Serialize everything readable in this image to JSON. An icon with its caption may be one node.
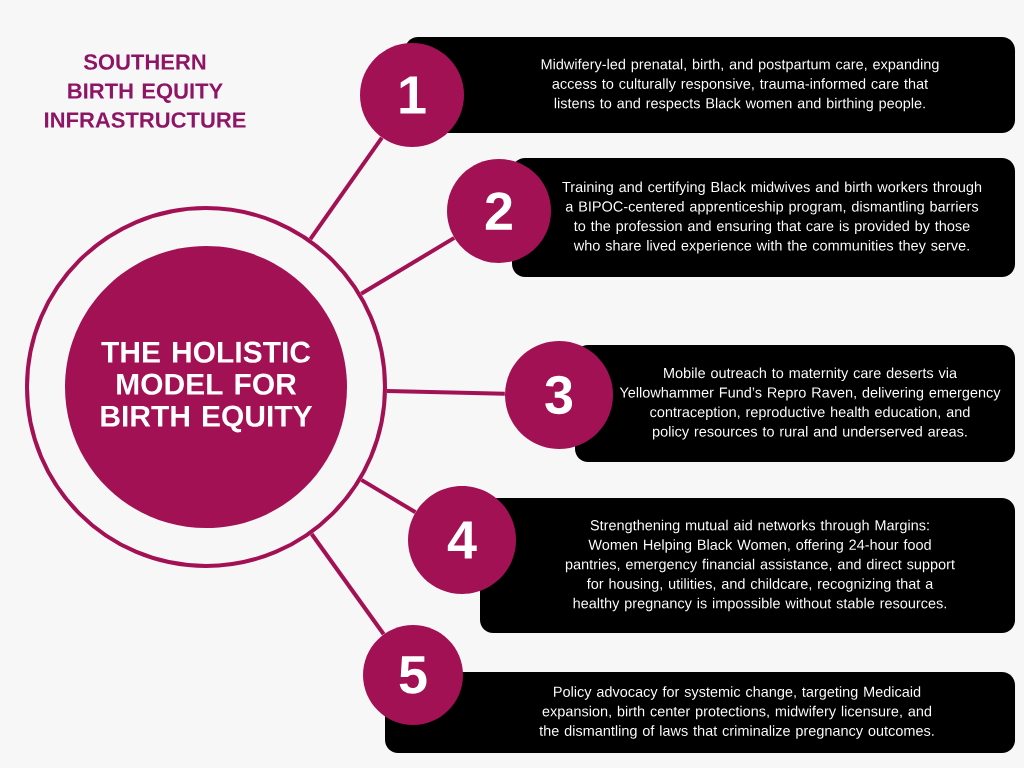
{
  "diagram": {
    "title": "SOUTHERN BIRTH EQUITY INFRASTRUCTURE",
    "nodes": [
      {
        "text": [
          "THE HOLISTIC MODEL FOR BIRTH EQUITY"
        ]
      },
      {
        "text": [
          "1"
        ]
      },
      {
        "text": [
          "Midwifery-led prenatal, birth, and postpartum care, expanding access to culturally responsive, trauma-informed care that listens to and respects Black women and birthing people."
        ]
      },
      {
        "text": [
          "2"
        ]
      },
      {
        "text": [
          "Training and certifying Black midwives and birth workers through a BIPOC-centered apprenticeship program, dismantling barriers to the profession and ensuring that care is provided by those who share lived experience with the communities they serve."
        ]
      },
      {
        "text": [
          "3"
        ]
      },
      {
        "text": [
          "Mobile outreach to maternity care deserts via Yellowhammer Fund’s Repro Raven, delivering emergency contraception, reproductive health education, and policy resources to rural and underserved areas."
        ]
      },
      {
        "text": [
          "4"
        ]
      },
      {
        "text": [
          "Strengthening mutual aid networks through Margins: Women Helping Black Women, offering 24-hour food pantries, emergency financial assistance, and direct support for housing, utilities, and childcare, recognizing that a healthy pregnancy is impossible without stable resources."
        ]
      },
      {
        "text": [
          "5"
        ]
      },
      {
        "text": [
          "Policy advocacy for systemic change, targeting Medicaid expansion, birth center protections, midwifery licensure, and the dismantling of laws that criminalize pregnancy outcomes."
        ]
      }
    ],
    "edges": [
      {
        "from": 0,
        "to": 1,
        "arrow": "none"
      },
      {
        "from": 0,
        "to": 3,
        "arrow": "none"
      },
      {
        "from": 0,
        "to": 5,
        "arrow": "none"
      },
      {
        "from": 0,
        "to": 7,
        "arrow": "none"
      },
      {
        "from": 0,
        "to": 9,
        "arrow": "none"
      }
    ]
  }
}
